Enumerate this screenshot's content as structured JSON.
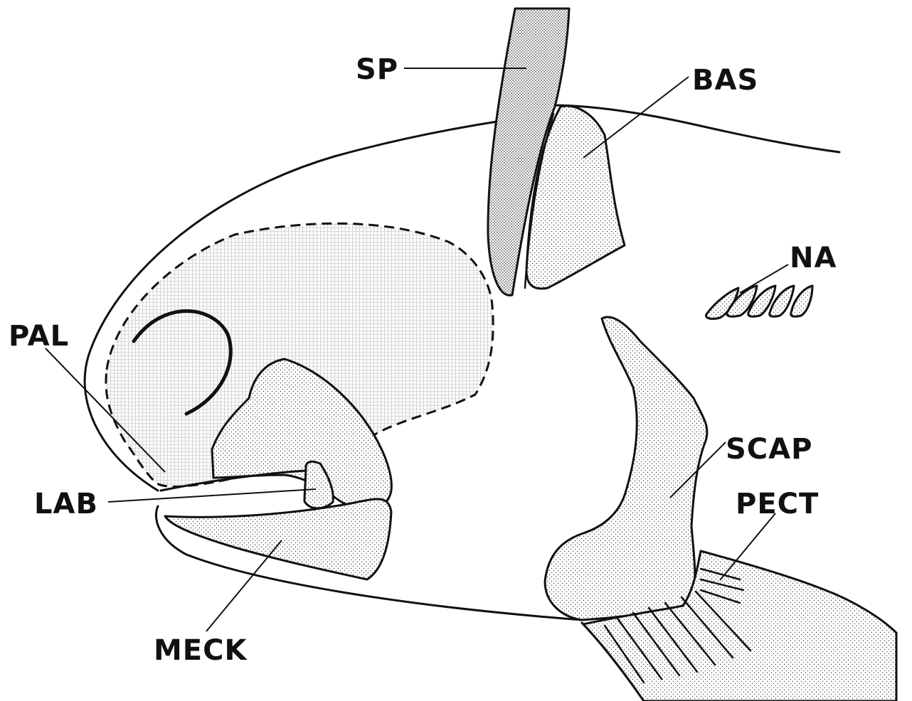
{
  "labels": {
    "sp": "SP",
    "bas": "BAS",
    "na": "NA",
    "pal": "PAL",
    "lab": "LAB",
    "scap": "SCAP",
    "pect": "PECT",
    "meck": "MECK"
  },
  "colors": {
    "ink": "#111111",
    "background": "#ffffff",
    "stipple": "#444444"
  }
}
